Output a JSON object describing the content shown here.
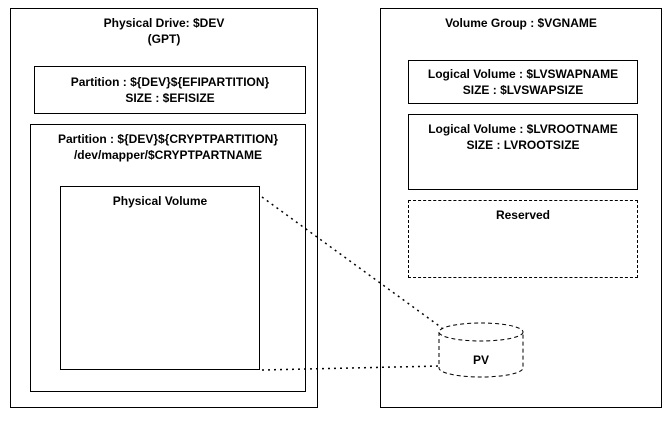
{
  "diagram": {
    "physical_drive": {
      "title_line1": "Physical Drive: $DEV",
      "title_line2": "(GPT)",
      "efi_partition": {
        "line1": "Partition : ${DEV}${EFIPARTITION}",
        "line2": "SIZE : $EFISIZE"
      },
      "crypt_partition": {
        "line1": "Partition : ${DEV}${CRYPTPARTITION}",
        "line2": "/dev/mapper/$CRYPTPARTNAME",
        "physical_volume_label": "Physical Volume"
      }
    },
    "volume_group": {
      "title": "Volume Group : $VGNAME",
      "lv_swap": {
        "line1": "Logical Volume : $LVSWAPNAME",
        "line2": "SIZE : $LVSWAPSIZE"
      },
      "lv_root": {
        "line1": "Logical Volume : $LVROOTNAME",
        "line2": "SIZE : LVROOTSIZE"
      },
      "reserved_label": "Reserved",
      "pv_label": "PV"
    },
    "colors": {
      "border": "#000000",
      "background": "#ffffff"
    }
  }
}
